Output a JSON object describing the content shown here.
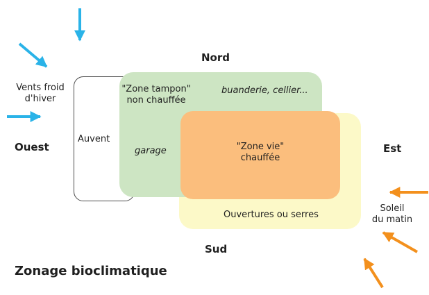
{
  "title": "Zonage bioclimatique",
  "colors": {
    "zone-tampon": "#cde5c3",
    "zone-vie": "#fbbe7d",
    "ouvertures": "#fcf9c8",
    "arrow-cold": "#2ab3e8",
    "arrow-sun": "#f3901d",
    "auvent-border": "#4a4a4a",
    "text": "#1f1f1f"
  },
  "directions": {
    "north": "Nord",
    "south": "Sud",
    "west": "Ouest",
    "east": "Est"
  },
  "zones": {
    "auvent": {
      "label": "Auvent"
    },
    "tampon": {
      "title_line1": "\"Zone tampon\"",
      "title_line2": "non chauffée",
      "items_north": "buanderie, cellier...",
      "items_west": "garage"
    },
    "vie": {
      "title_line1": "\"Zone vie\"",
      "title_line2": "chauffée"
    },
    "ouvertures": {
      "label": "Ouvertures ou serres"
    }
  },
  "annotations": {
    "cold_winds": {
      "line1": "Vents froid",
      "line2": "d'hiver"
    },
    "morning_sun": {
      "line1": "Soleil",
      "line2": "du matin"
    }
  }
}
